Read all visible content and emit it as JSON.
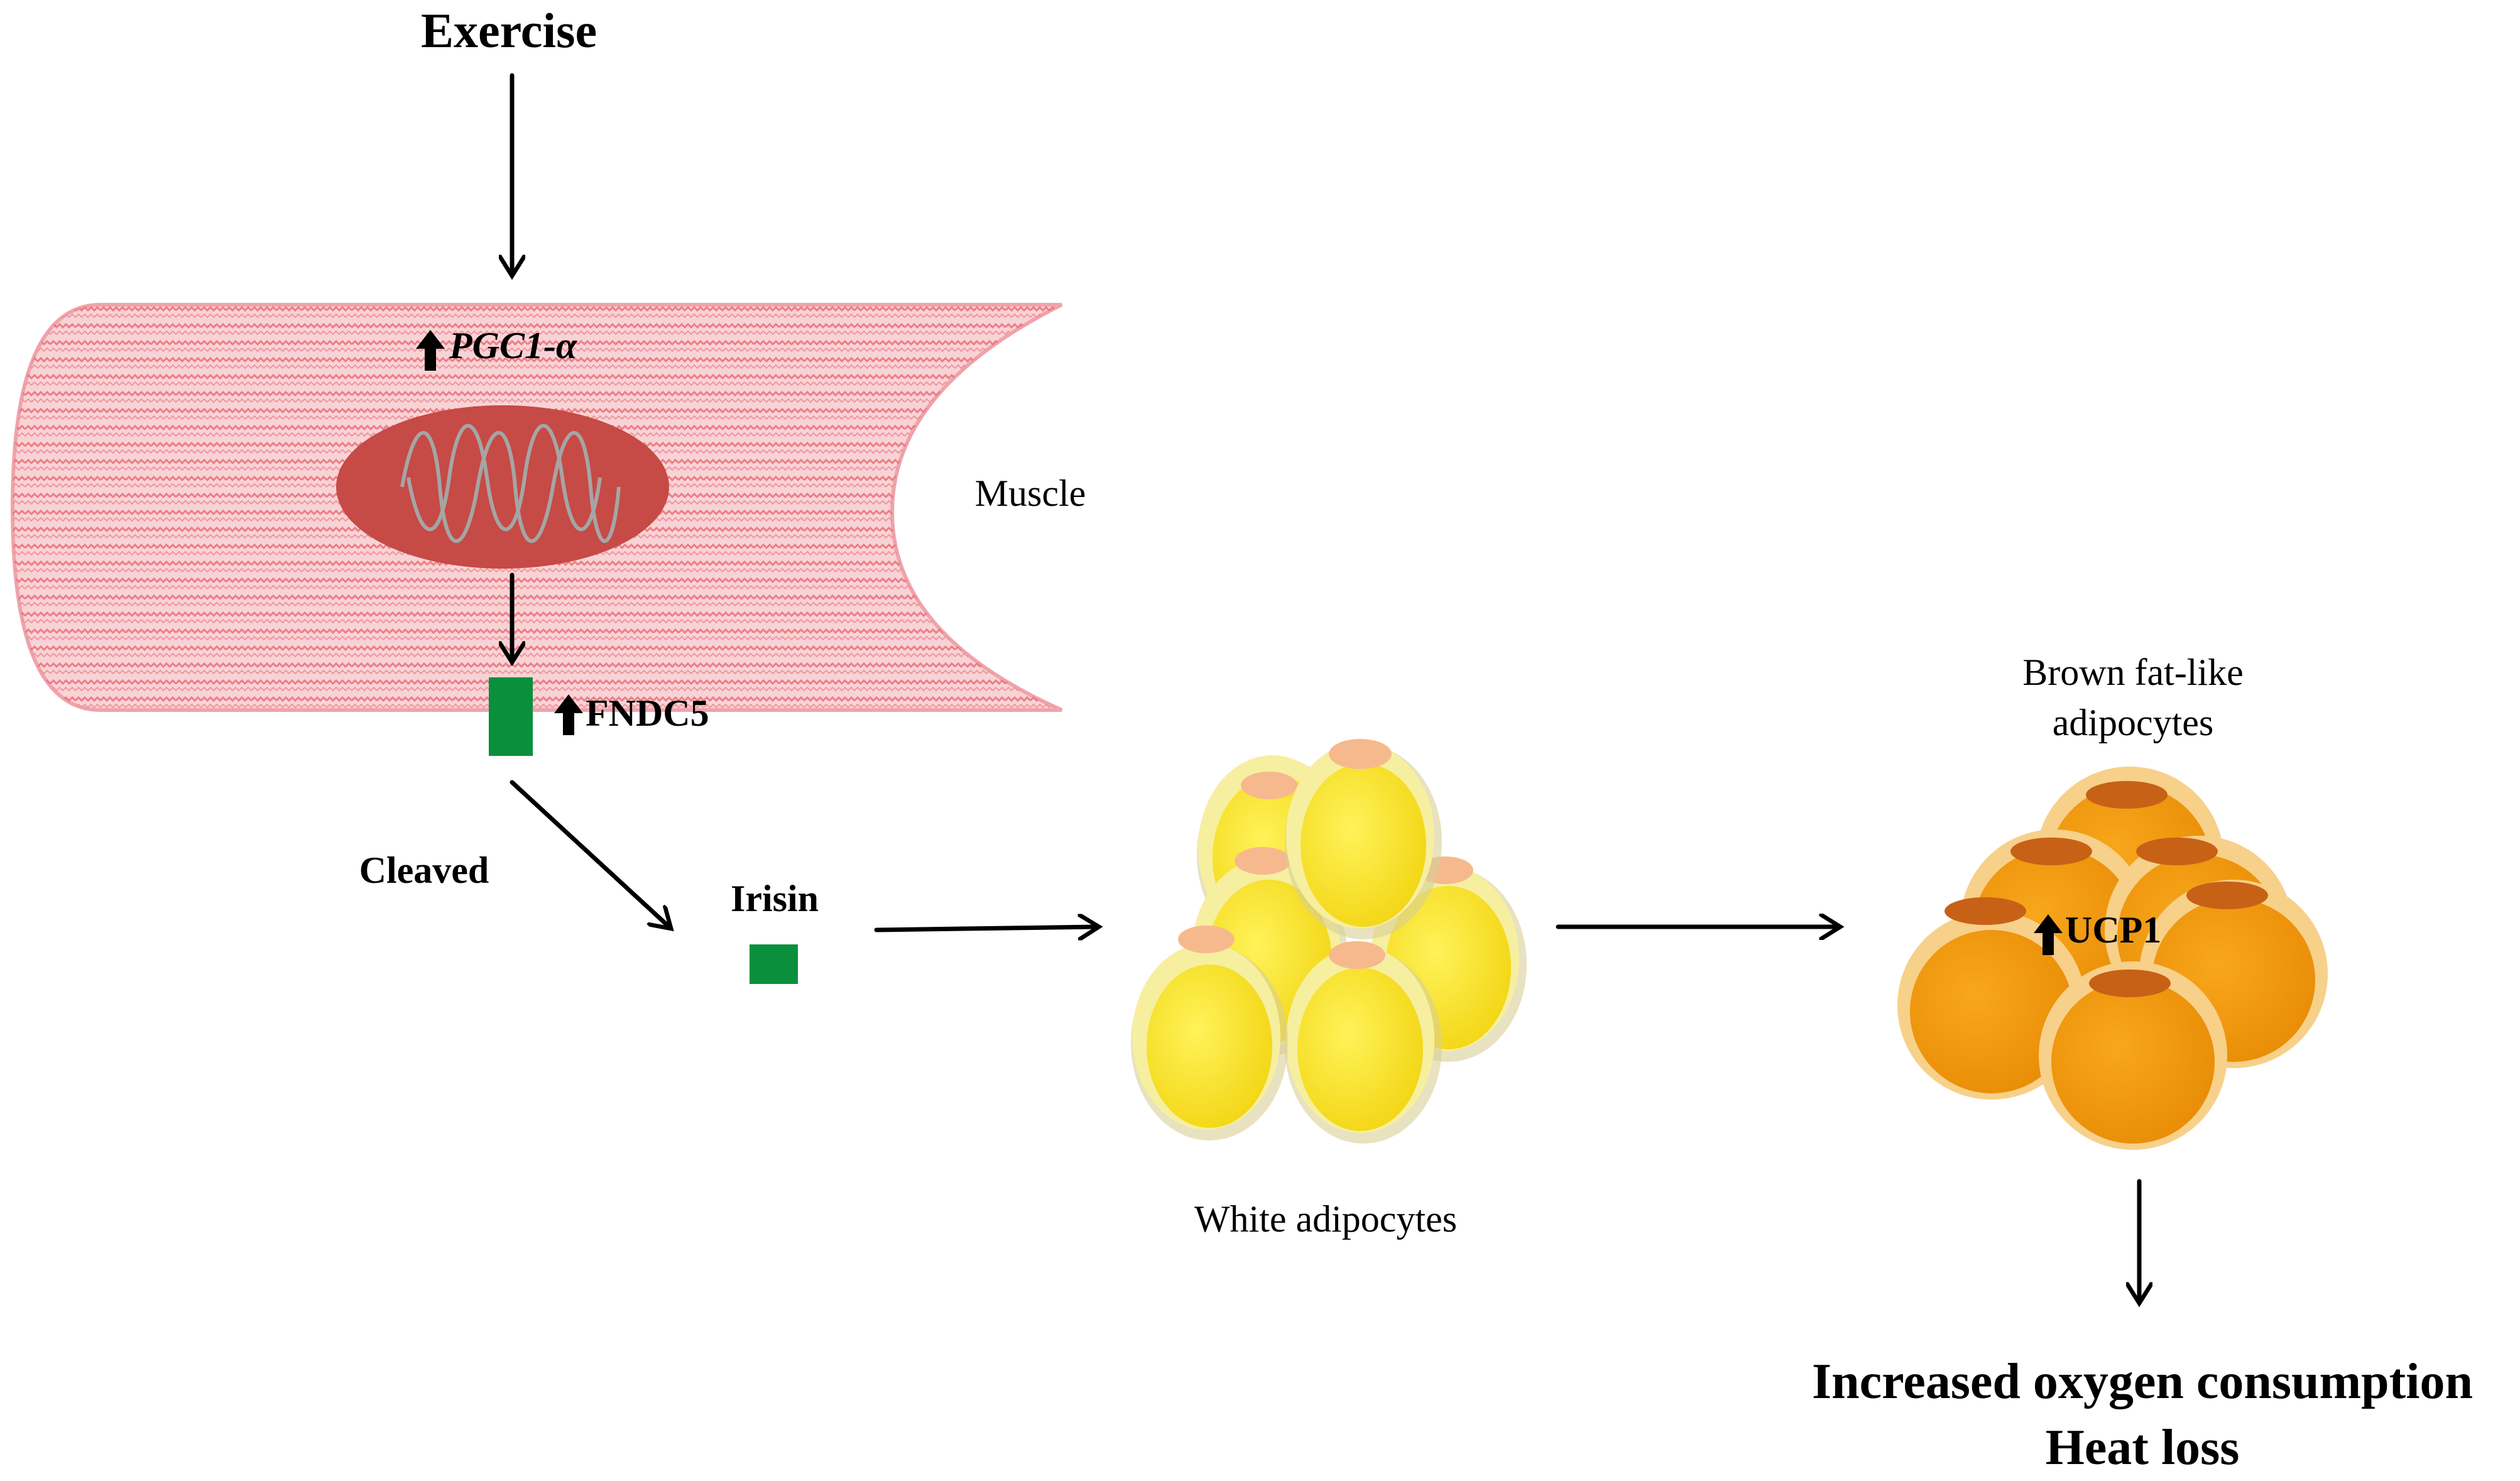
{
  "labels": {
    "exercise": "Exercise",
    "pgc1a": "PGC1-α",
    "muscle": "Muscle",
    "fndc5": "FNDC5",
    "cleaved": "Cleaved",
    "irisin": "Irisin",
    "white_adipocytes": "White adipocytes",
    "brown_line1": "Brown fat-like",
    "brown_line2": "adipocytes",
    "ucp1": "UCP1",
    "outcome_line1": "Increased oxygen consumption",
    "outcome_line2": "Heat loss"
  },
  "colors": {
    "muscle_fill": "#f8d3d6",
    "muscle_stripe": "#e9747d",
    "nucleus": "#c64a45",
    "fndc5_green": "#0a8f3c",
    "white_adipocyte": "#fce226",
    "white_adipocyte_rim": "#f6efa0",
    "brown_adipocyte": "#f39a0e",
    "brown_adipocyte_rim": "#f7d08a",
    "cap_pale": "#f6b98e",
    "cap_dark": "#c76116"
  },
  "icons": {
    "up_arrow": "up-arrow-icon"
  }
}
